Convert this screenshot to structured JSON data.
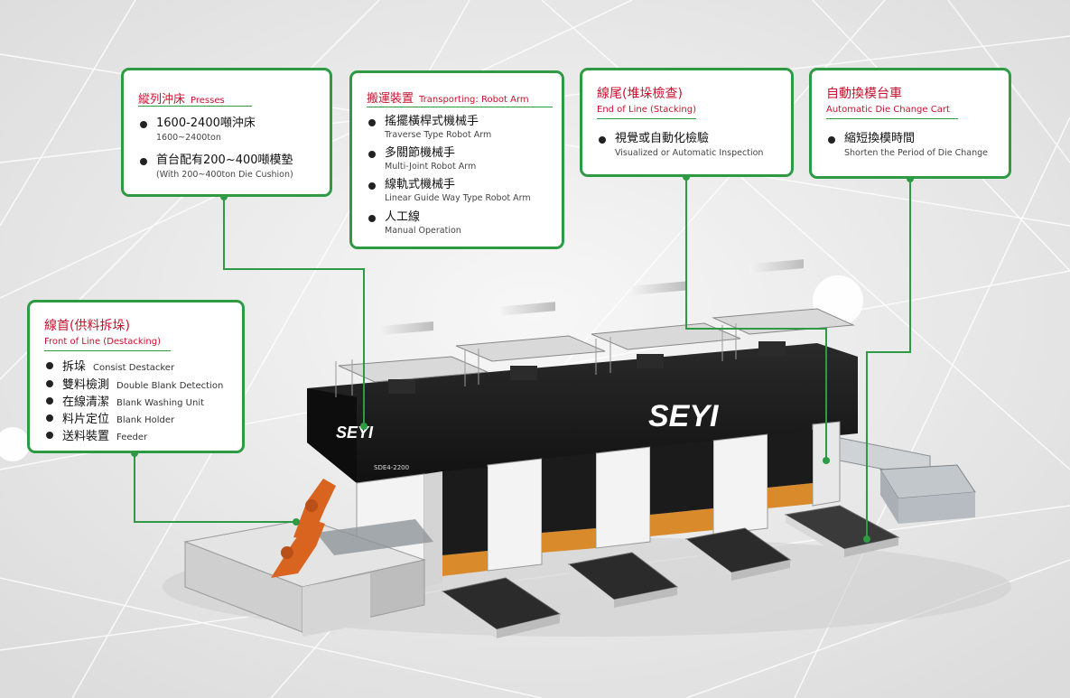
{
  "brand": "SEYI",
  "press_model": "SDE4-2200",
  "callouts": {
    "presses": {
      "title_zh": "縱列沖床",
      "title_en": "Presses",
      "items": [
        {
          "zh": "1600-2400噸沖床",
          "en": "1600~2400ton"
        },
        {
          "zh": "首台配有200~400噸模墊",
          "en": "(With 200~400ton Die Cushion)"
        }
      ]
    },
    "transport": {
      "title_zh": "搬運裝置",
      "title_en": "Transporting: Robot Arm",
      "items": [
        {
          "zh": "搖擺橫桿式機械手",
          "en": "Traverse Type Robot Arm"
        },
        {
          "zh": "多關節機械手",
          "en": "Multi-Joint Robot Arm"
        },
        {
          "zh": "線軌式機械手",
          "en": "Linear Guide Way Type Robot Arm"
        },
        {
          "zh": "人工線",
          "en": "Manual Operation"
        }
      ]
    },
    "end_of_line": {
      "title_zh": "線尾(堆垛檢查)",
      "title_en": "End of Line (Stacking)",
      "items": [
        {
          "zh": "視覺或自動化檢驗",
          "en": "Visualized or Automatic Inspection"
        }
      ]
    },
    "die_change": {
      "title_zh": "自動換模台車",
      "title_en": "Automatic Die Change Cart",
      "items": [
        {
          "zh": "縮短換模時間",
          "en": "Shorten the Period of Die Change"
        }
      ]
    },
    "front_of_line": {
      "title_zh": "線首(供料拆垛)",
      "title_en": "Front of Line (Destacking)",
      "items": [
        {
          "zh": "拆垛",
          "en": "Consist Destacker"
        },
        {
          "zh": "雙料檢測",
          "en": "Double Blank Detection"
        },
        {
          "zh": "在線清潔",
          "en": "Blank Washing Unit"
        },
        {
          "zh": "料片定位",
          "en": "Blank Holder"
        },
        {
          "zh": "送料裝置",
          "en": "Feeder"
        }
      ]
    }
  },
  "colors": {
    "accent_green": "#2f9a44",
    "title_red": "#c8102e",
    "press_black": "#1d1d1d",
    "press_orange": "#d98a2b",
    "robot_orange": "#d8641f"
  }
}
